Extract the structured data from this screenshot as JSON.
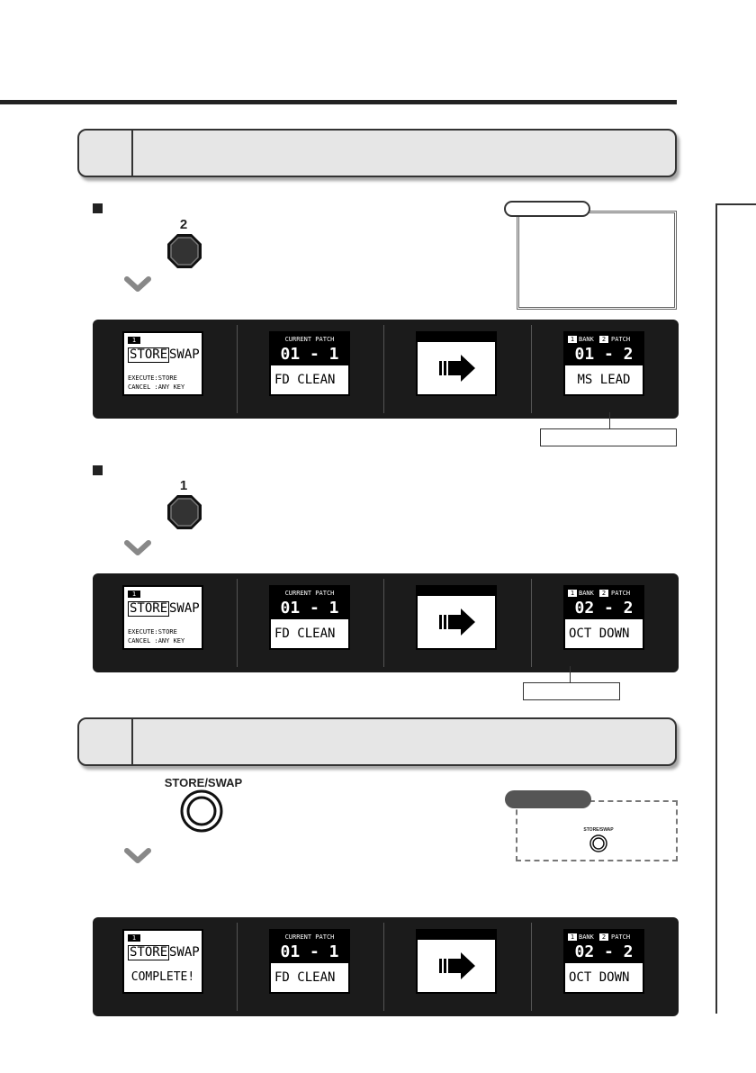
{
  "pedals": {
    "pedal_2": "2",
    "pedal_1": "1",
    "store_swap": "STORE/SWAP",
    "store_swap_small": "STORE/SWAP"
  },
  "lcd": {
    "store_mode": {
      "tab": "1",
      "store": "STORE",
      "swap": "SWAP",
      "line1": "EXECUTE:STORE",
      "line2": "CANCEL :ANY KEY"
    },
    "store_complete": {
      "tab": "1",
      "store": "STORE",
      "swap": "SWAP",
      "message": "COMPLETE!"
    },
    "current": {
      "header": "CURRENT PATCH",
      "number": "01 - 1",
      "name": "FD CLEAN"
    },
    "target_a": {
      "bank_num": "1",
      "bank": "BANK",
      "patch_num": "2",
      "patch": "PATCH",
      "number": "01 - 2",
      "name": "MS LEAD"
    },
    "target_b": {
      "bank_num": "1",
      "bank": "BANK",
      "patch_num": "2",
      "patch": "PATCH",
      "number": "02 - 2",
      "name": "OCT DOWN"
    },
    "target_c": {
      "bank_num": "1",
      "bank": "BANK",
      "patch_num": "2",
      "patch": "PATCH",
      "number": "02 - 2",
      "name": "OCT DOWN"
    }
  },
  "colors": {
    "strip": "#1b1b1b",
    "step_fill": "#e6e6e6",
    "hint_tab": "#555555"
  }
}
